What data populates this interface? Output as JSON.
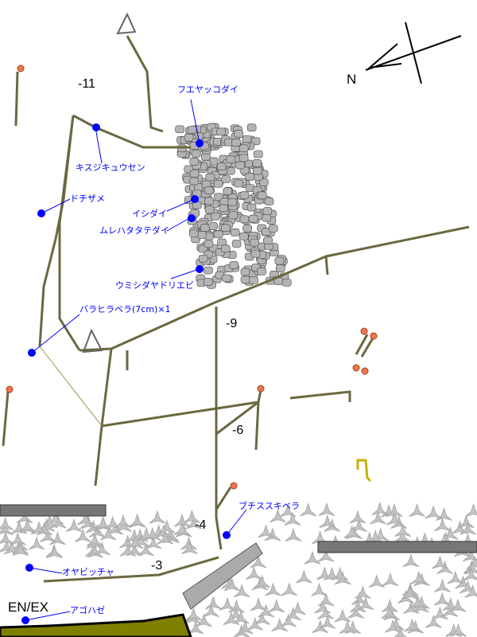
{
  "title": "Dive site map",
  "compass": {
    "label": "N"
  },
  "entry": {
    "label": "EN/EX"
  },
  "depths": [
    "-11",
    "-9",
    "-6",
    "-4",
    "-3"
  ],
  "species": [
    {
      "name": "フエヤッコダイ"
    },
    {
      "name": "キスジキュウセン"
    },
    {
      "name": "ドチザメ"
    },
    {
      "name": "イシダイ"
    },
    {
      "name": "ムレハタタテダイ"
    },
    {
      "name": "ウミシダヤドリエビ"
    },
    {
      "name": "バラヒラベラ(7cm)×1"
    },
    {
      "name": "ブチススキベラ"
    },
    {
      "name": "オヤビッチャ"
    },
    {
      "name": "アゴハゼ"
    }
  ],
  "colors": {
    "rope": "#6b6840",
    "marker": "#0000ff",
    "buoy": "#f07848",
    "sand": "#808000",
    "rock": "#b0b0b0"
  }
}
